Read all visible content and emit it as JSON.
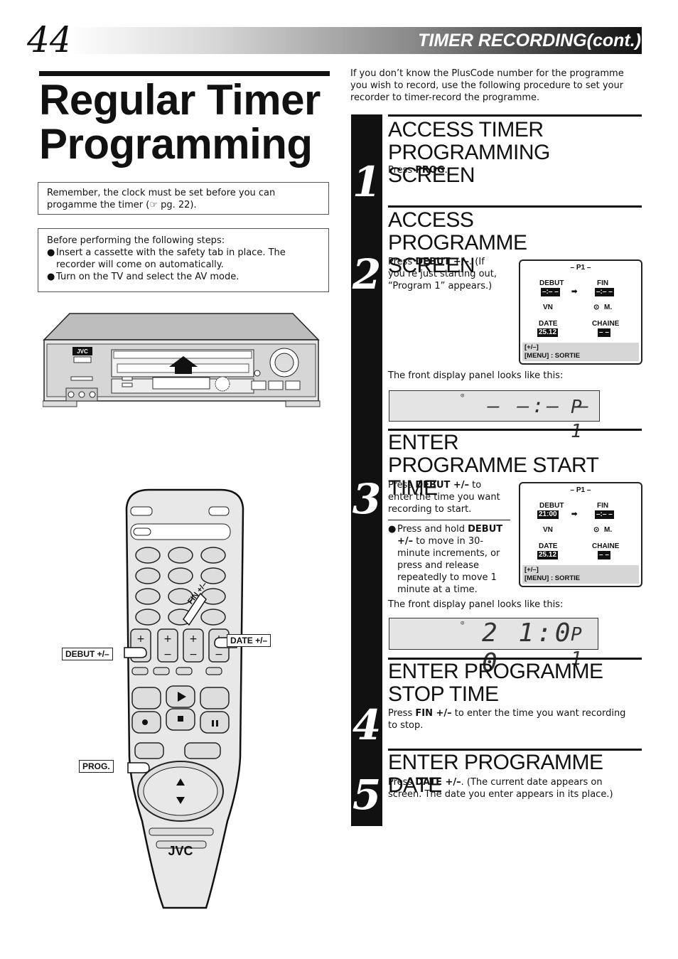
{
  "header": {
    "page_number": "44",
    "section_title": "TIMER RECORDING(cont.)"
  },
  "title": {
    "line1": "Regular Timer",
    "line2": "Programming"
  },
  "note1": {
    "text": "Remember, the clock must be set before you can progamme the timer (☞ pg. 22)."
  },
  "note2": {
    "intro": "Before performing the following steps:",
    "bullets": [
      "Insert a cassette with the safety tab in place. The recorder will come on automatically.",
      "Turn on the TV and select the AV mode."
    ]
  },
  "intro_text": "If you don’t know the PlusCode number for the programme you wish to record, use the following procedure to set your recorder to timer-record the programme.",
  "steps": [
    {
      "number": "1",
      "title": "ACCESS TIMER PROGRAMMING SCREEN",
      "text_pre": "Press ",
      "text_bold": "PROG",
      "text_post": "."
    },
    {
      "number": "2",
      "title": "ACCESS PROGRAMME SCREEN",
      "text_pre": "Press ",
      "text_bold": "DEBUT +/–",
      "text_post": ". (If you’re just starting out, “Program 1” appears.)"
    },
    {
      "number": "3",
      "title": "ENTER PROGRAMME START TIME",
      "text_pre": "Press ",
      "text_bold": "DEBUT +/–",
      "text_post": " to enter the time you want recording to start.",
      "bullet_pre": "Press and hold ",
      "bullet_bold": "DEBUT +/–",
      "bullet_post": " to move in 30-minute increments, or press and release repeatedly to move 1 minute at a time."
    },
    {
      "number": "4",
      "title": "ENTER PROGRAMME STOP TIME",
      "text_pre": "Press ",
      "text_bold": "FIN +/–",
      "text_post": " to enter the time you want recording to stop."
    },
    {
      "number": "5",
      "title": "ENTER PROGRAMME DATE",
      "text_pre": "Press ",
      "text_bold": "DATE +/–",
      "text_post": ". (The current date appears on screen. The date you enter appears in its place.)"
    }
  ],
  "front_display_caption": "The front display panel looks like this:",
  "osd1": {
    "title": "– P1 –",
    "debut": "DEBUT",
    "debut_val": "–:– –",
    "fin": "FIN",
    "fin_val": "–:– –",
    "vn": "VN",
    "m": "M.",
    "date": "DATE",
    "date_val": "25.12",
    "chaine": "CHAINE",
    "chaine_val": "– –",
    "foot1": "[+/–]",
    "foot2": "[MENU] : SORTIE"
  },
  "osd2": {
    "title": "– P1 –",
    "debut": "DEBUT",
    "debut_val": "21:00",
    "fin": "FIN",
    "fin_val": "–:– –",
    "vn": "VN",
    "m": "M.",
    "date": "DATE",
    "date_val": "25.12",
    "chaine": "CHAINE",
    "chaine_val": "– –",
    "foot1": "[+/–]",
    "foot2": "[MENU] : SORTIE"
  },
  "lcd1": {
    "time": "– –:– –",
    "prog": "P 1"
  },
  "lcd2": {
    "time": "2 1:0 0",
    "prog": "P 1"
  },
  "remote": {
    "brand": "JVC",
    "callout_debut": "DEBUT +/–",
    "callout_date": "DATE +/–",
    "callout_fin": "FIN +/–",
    "callout_prog": "PROG."
  },
  "vcr": {
    "brand": "JVC"
  }
}
